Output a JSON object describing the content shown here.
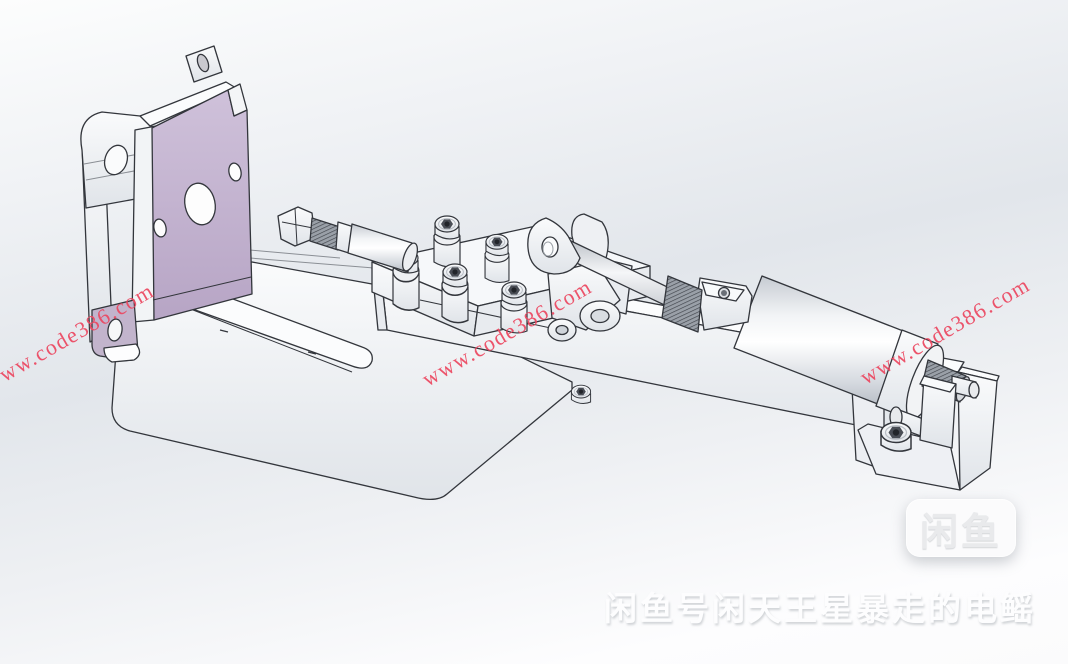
{
  "scene": {
    "description": "isometric 3D CAD render of a pneumatic toggle clamp assembly on an L-bracket base",
    "colors": {
      "plate_face_purple": "#c5b5cf",
      "edge_line": "#33363c",
      "body_white": "#ffffff",
      "background_mid_gray": "#e2e6eb",
      "watermark_red": "#ec4760"
    }
  },
  "watermarks": {
    "site_url": "www.code386.com",
    "site_color": "#ec4760",
    "badge": "闲鱼",
    "caption": "闲鱼号闲天王星暴走的电鳐"
  }
}
